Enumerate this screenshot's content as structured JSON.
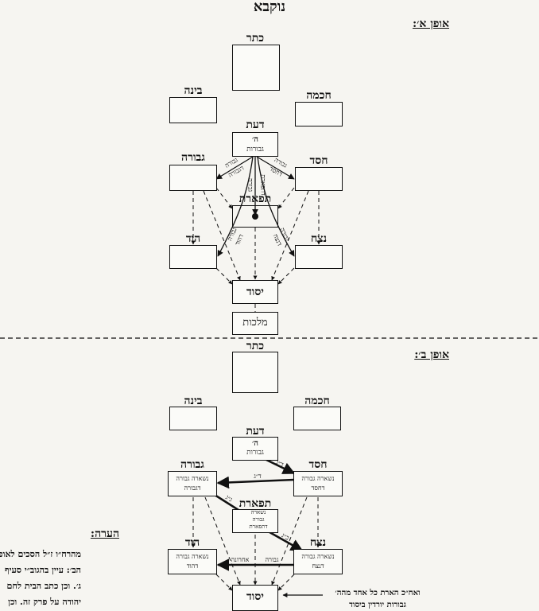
{
  "title": "נוקבא",
  "sections": {
    "a_heading": "אופן א׳:",
    "b_heading": "אופן ב׳:"
  },
  "a": {
    "keter": "כתר",
    "chochma": "חכמה",
    "bina": "בינה",
    "daat": "דעת",
    "daat_box_line1": "ה׳",
    "daat_box_line2": "גבורות",
    "gevura": "גבורה",
    "chesed": "חסד",
    "tiferet": "תפארת",
    "hod": "הוד",
    "netzach": "נצח",
    "yesod": "יסוד",
    "malchut": "מלכות",
    "arrow_labels": {
      "g1": "גבורה",
      "g1b": "דגבורה",
      "g2": "גבורה",
      "g2b": "דחסד",
      "g3": "גבורה",
      "g3b": "דתפארת",
      "g4": "גבורה",
      "g4b": "דהוד",
      "g5": "גבורה",
      "g5b": "דנצח"
    }
  },
  "b": {
    "keter": "כתר",
    "chochma": "חכמה",
    "bina": "בינה",
    "daat": "דעת",
    "daat_box_line1": "ה׳",
    "daat_box_line2": "גבורות",
    "gevura": "גבורה",
    "gevura_box_line1": "נשארה גבורה",
    "gevura_box_line2": "דגבורה",
    "chesed": "חסד",
    "chesed_box_line1": "נשארה גבורה",
    "chesed_box_line2": "דחסד",
    "tiferet": "תפארת",
    "tiferet_box_line1": "נשארה",
    "tiferet_box_line2": "גבורה",
    "tiferet_box_line3": "דתפארת",
    "hod": "הוד",
    "hod_box_line1": "נשארה גבורה",
    "hod_box_line2": "דהוד",
    "netzach": "נצח",
    "netzach_box_line1": "נשארה גבורה",
    "netzach_box_line2": "דנצח",
    "yesod": "יסוד",
    "arrow_labels": {
      "d4a": "ד״ג",
      "d4b": "ד״ג",
      "g3": "ג״ג",
      "b2": "ב״ג",
      "last1": "אחרונה",
      "last2": "גבורה"
    },
    "yesod_note_line1": "ואח״כ הארת כל אחד מהה׳",
    "yesod_note_line2": "גבורות יורדין ביסוד"
  },
  "note": {
    "heading": "הערה:",
    "lines": [
      "מהרח״ו ז״ל הסכים לאופן",
      "הב׳: עיין בהגוב״י סעיף",
      "ג׳. וכן כתב הבית לחם",
      "יהודה על פרק זה. וכן"
    ]
  }
}
